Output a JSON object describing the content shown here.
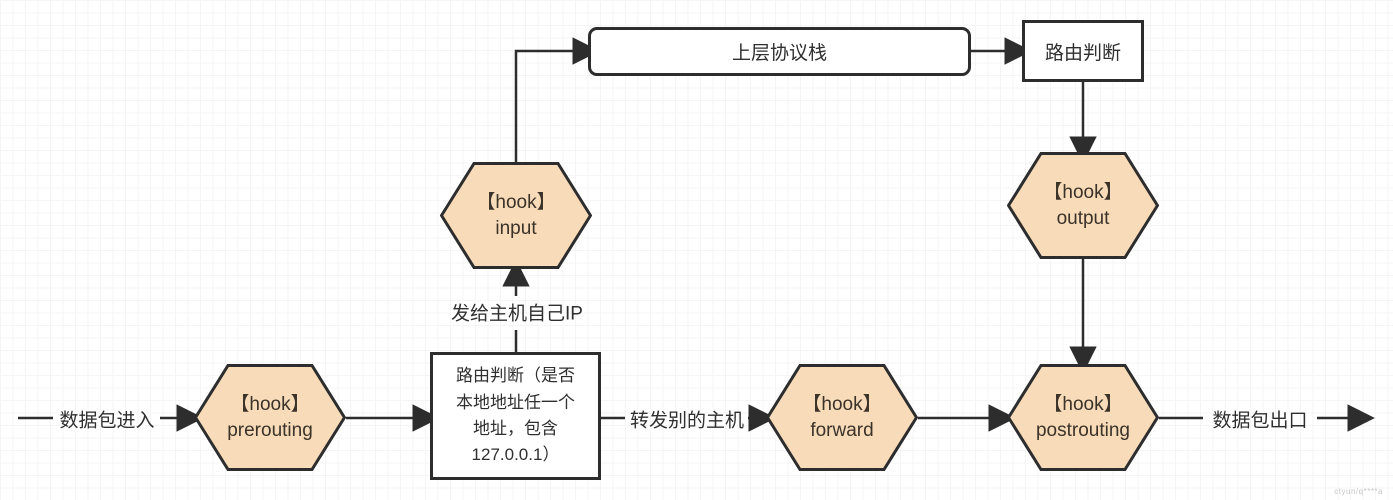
{
  "diagram": {
    "nodes": {
      "stack": {
        "label": "上层协议栈"
      },
      "route_top": {
        "label": "路由判断"
      },
      "route_main": {
        "label": "路由判断（是否\n本地地址任一个\n地址，包含\n127.0.0.1）"
      },
      "hook_input": {
        "title": "【hook】",
        "name": "input"
      },
      "hook_output": {
        "title": "【hook】",
        "name": "output"
      },
      "hook_prerouting": {
        "title": "【hook】",
        "name": "prerouting"
      },
      "hook_forward": {
        "title": "【hook】",
        "name": "forward"
      },
      "hook_postrouting": {
        "title": "【hook】",
        "name": "postrouting"
      }
    },
    "edge_labels": {
      "packet_in": "数据包进入",
      "to_self_ip": "发给主机自己IP",
      "forward_other_host": "转发别的主机",
      "packet_out": "数据包出口"
    },
    "colors": {
      "hexagon_fill": "#f8dcba",
      "stroke": "#2d2d2d",
      "text": "#3b3228"
    },
    "watermark": "ctyun/q****a"
  }
}
